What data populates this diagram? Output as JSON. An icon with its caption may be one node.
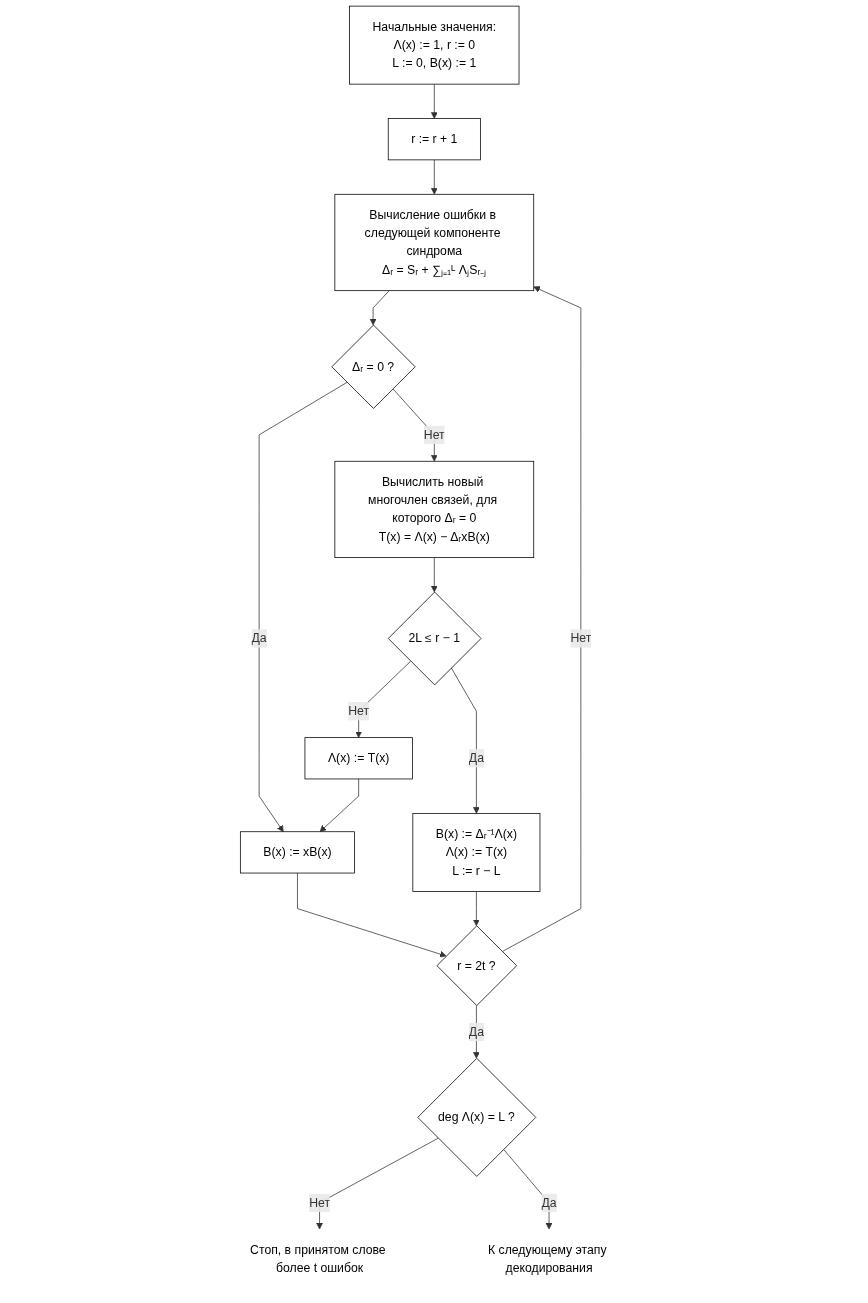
{
  "diagram": {
    "nodes": [
      {
        "text": [
          "Начальные значения:",
          "Λ(x) := 1,  r := 0",
          "L := 0, B(x) := 1"
        ]
      },
      {
        "text": [
          "r := r + 1"
        ]
      },
      {
        "text": [
          "Вычисление ошибки в следующей компоненте синдрома",
          "Δᵣ = Sᵣ + ∑ⱼ₌₁ᴸ ΛⱼSᵣ₋ⱼ"
        ]
      },
      {
        "text": [
          "Δᵣ = 0 ?"
        ]
      },
      {
        "text": [
          "Вычислить новый многочлен связей, для которого Δᵣ = 0",
          "T(x) = Λ(x) − ΔᵣxB(x)"
        ]
      },
      {
        "text": [
          "2L ≤ r − 1"
        ]
      },
      {
        "text": [
          "Λ(x) := T(x)"
        ]
      },
      {
        "text": [
          "B(x) := Δᵣ⁻¹Λ(x)",
          "Λ(x) := T(x)",
          "L := r − L"
        ]
      },
      {
        "text": [
          "B(x) := xB(x)"
        ]
      },
      {
        "text": [
          "r = 2t ?"
        ]
      },
      {
        "text": [
          "deg Λ(x) = L ?"
        ]
      },
      {
        "text": [
          "Стоп, в принятом слове более t ошибок"
        ]
      },
      {
        "text": [
          "К следующему этапу декодирования"
        ]
      }
    ],
    "edges": [
      {
        "from": 0,
        "to": 1,
        "arrow": "to"
      },
      {
        "from": 1,
        "to": 2,
        "arrow": "to"
      },
      {
        "from": 2,
        "to": 3,
        "arrow": "to"
      },
      {
        "from": 3,
        "to": 8,
        "label": "Да",
        "arrow": "to"
      },
      {
        "from": 3,
        "to": 4,
        "label": "Нет",
        "arrow": "to"
      },
      {
        "from": 4,
        "to": 5,
        "arrow": "to"
      },
      {
        "from": 5,
        "to": 6,
        "label": "Нет",
        "arrow": "to"
      },
      {
        "from": 6,
        "to": 8,
        "arrow": "to"
      },
      {
        "from": 5,
        "to": 7,
        "label": "Да",
        "arrow": "to"
      },
      {
        "from": 7,
        "to": 9,
        "arrow": "to"
      },
      {
        "from": 8,
        "to": 9,
        "arrow": "to"
      },
      {
        "from": 9,
        "to": 2,
        "label": "Нет",
        "arrow": "to"
      },
      {
        "from": 9,
        "to": 10,
        "label": "Да",
        "arrow": "to"
      },
      {
        "from": 10,
        "to": 11,
        "label": "Нет",
        "arrow": "to"
      },
      {
        "from": 10,
        "to": 12,
        "label": "Да",
        "arrow": "to"
      }
    ]
  }
}
